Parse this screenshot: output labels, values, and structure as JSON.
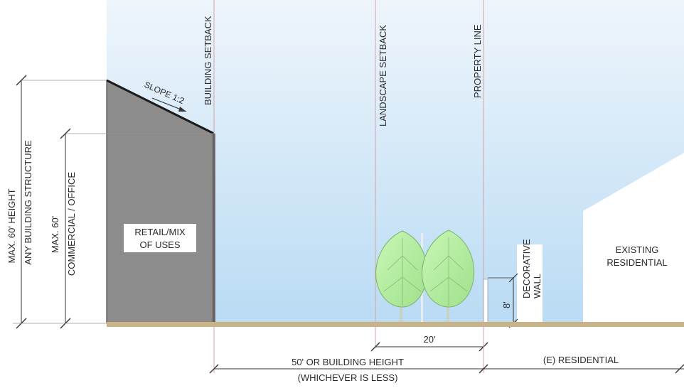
{
  "labels": {
    "building_setback": "BUILDING SETBACK",
    "landscape_setback": "LANDSCAPE SETBACK",
    "property_line": "PROPERTY LINE",
    "slope": "SLOPE 1:2",
    "max_height_any_line1": "MAX. 60' HEIGHT",
    "max_height_any_line2": "ANY BUILDING STRUCTURE",
    "max_commercial_line1": "MAX. 60'",
    "max_commercial_line2": "COMMERCIAL / OFFICE",
    "retail_line1": "RETAIL/MIX",
    "retail_line2": "OF USES",
    "existing_line1": "EXISTING",
    "existing_line2": "RESIDENTIAL",
    "decorative_line1": "DECORATIVE",
    "decorative_line2": "WALL",
    "wall_height": "8'",
    "landscape_width": "20'",
    "setback_line1": "50' OR BUILDING HEIGHT",
    "setback_line2": "(WHICHEVER IS LESS)",
    "residential_zone": "(E) RESIDENTIAL"
  },
  "colors": {
    "sky_top": "#dfeefa",
    "sky_bottom": "#b9dbf4",
    "building": "#8c8c8c",
    "ground": "#c9b287",
    "reference_line": "#d7a4a4",
    "tree_foliage": "#b4eea0"
  }
}
